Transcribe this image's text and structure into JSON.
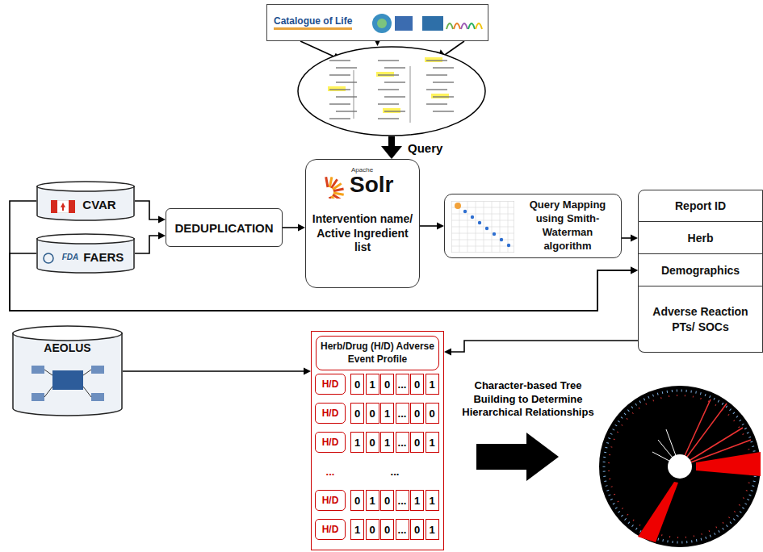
{
  "diagram": {
    "nodes": [
      {
        "text": [
          "Catalogue of Life"
        ]
      },
      {
        "text": []
      },
      {
        "text": [
          "CVAR"
        ]
      },
      {
        "text": [
          "FDA",
          "FAERS"
        ]
      },
      {
        "text": [
          "DEDUPLICATION"
        ]
      },
      {
        "text": [
          "Apache",
          "Solr",
          "Intervention name/ Active Ingredient list"
        ]
      },
      {
        "text": [
          "Query Mapping using Smith-Waterman algorithm"
        ]
      },
      {
        "text": [
          "Report ID"
        ]
      },
      {
        "text": [
          "Herb"
        ]
      },
      {
        "text": [
          "Demographics"
        ]
      },
      {
        "text": [
          "Adverse Reaction PTs/ SOCs"
        ]
      },
      {
        "text": [
          "AEOLUS"
        ]
      },
      {
        "text": [
          "Herb/Drug (H/D) Adverse Event Profile"
        ]
      }
    ],
    "edges": [
      {
        "from": 0,
        "to": 1,
        "arrow": "to"
      },
      {
        "from": 1,
        "to": 5,
        "label": "Query",
        "arrow": "to"
      },
      {
        "from": 2,
        "to": 4,
        "arrow": "to"
      },
      {
        "from": 3,
        "to": 4,
        "arrow": "to"
      },
      {
        "from": 4,
        "to": 5,
        "arrow": "to"
      },
      {
        "from": 5,
        "to": 6,
        "arrow": "to"
      },
      {
        "from": 6,
        "to": 8,
        "arrow": "to"
      },
      {
        "from": 2,
        "to": 9,
        "arrow": "to"
      },
      {
        "from": 3,
        "to": 9,
        "arrow": "to"
      },
      {
        "from": 10,
        "to": 12,
        "arrow": "to"
      },
      {
        "from": 11,
        "to": 12,
        "arrow": "to"
      }
    ],
    "labels": [
      "Character-based Tree Building to Determine Hierarchical Relationships",
      "H/D",
      "0",
      "1",
      "0",
      "...",
      "0",
      "1",
      "H/D",
      "0",
      "0",
      "1",
      "...",
      "0",
      "0",
      "H/D",
      "1",
      "0",
      "1",
      "...",
      "0",
      "1",
      "...",
      "...",
      "H/D",
      "0",
      "1",
      "0",
      "...",
      "1",
      "1",
      "H/D",
      "1",
      "0",
      "0",
      "...",
      "0",
      "1"
    ]
  }
}
